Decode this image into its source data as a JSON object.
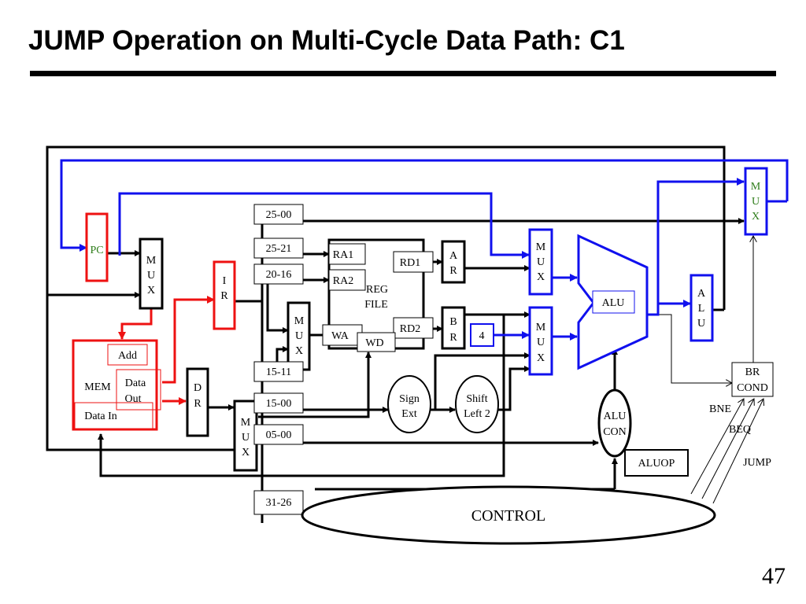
{
  "slide": {
    "title": "JUMP Operation on Multi-Cycle Data Path: C1",
    "page_number": "47"
  },
  "colors": {
    "red": "#ee1111",
    "blue": "#1010ee",
    "black": "#000000",
    "green": "#2e7d1a"
  },
  "labels": {
    "pc": "PC",
    "mux_m": "M",
    "mux_u": "U",
    "mux_x": "X",
    "ir_i": "I",
    "ir_r": "R",
    "mem": "MEM",
    "add": "Add",
    "data_out_1": "Data",
    "data_out_2": "Out",
    "data_in": "Data In",
    "dr_d": "D",
    "dr_r": "R",
    "f_25_00": "25-00",
    "f_25_21": "25-21",
    "f_20_16": "20-16",
    "f_15_11": "15-11",
    "f_15_00": "15-00",
    "f_05_00": "05-00",
    "f_31_26": "31-26",
    "ra1": "RA1",
    "ra2": "RA2",
    "wa": "WA",
    "wd": "WD",
    "reg_file_1": "REG",
    "reg_file_2": "FILE",
    "rd1": "RD1",
    "rd2": "RD2",
    "a_a": "A",
    "a_r": "R",
    "b_b": "B",
    "b_r": "R",
    "four": "4",
    "alu": "ALU",
    "alu_a": "A",
    "alu_l": "L",
    "alu_u": "U",
    "sign_1": "Sign",
    "sign_2": "Ext",
    "shift_1": "Shift",
    "shift_2": "Left 2",
    "alucon_1": "ALU",
    "alucon_2": "CON",
    "aluop": "ALUOP",
    "br_1": "BR",
    "br_2": "COND",
    "bne": "BNE",
    "beq": "BEQ",
    "jump": "JUMP",
    "control": "CONTROL"
  }
}
